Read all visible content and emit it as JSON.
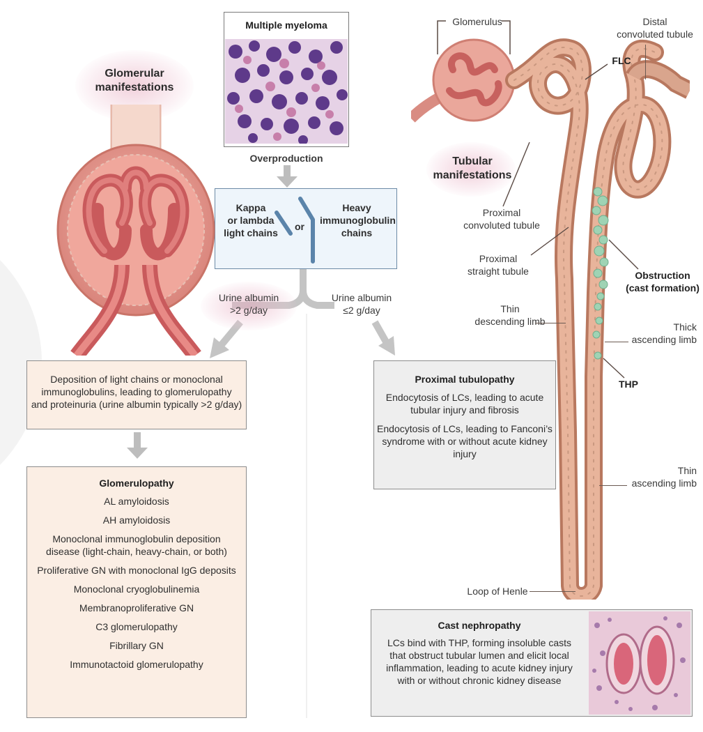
{
  "top": {
    "title": "Multiple myeloma",
    "overproduction": "Overproduction"
  },
  "chains": {
    "left": [
      "Kappa",
      "or lambda",
      "light chains"
    ],
    "or": "or",
    "right": [
      "Heavy",
      "immunoglobulin",
      "chains"
    ]
  },
  "albumin": {
    "high": [
      "Urine albumin",
      ">2 g/day"
    ],
    "low": [
      "Urine albumin",
      "≤2 g/day"
    ]
  },
  "glomerular": {
    "heading": [
      "Glomerular",
      "manifestations"
    ],
    "deposition": [
      "Deposition of light chains or monoclonal",
      "immunoglobulins, leading to glomerulopathy",
      "and proteinuria (urine albumin typically >2 g/day)"
    ],
    "glomerulopathy_title": "Glomerulopathy",
    "glomerulopathy_items": [
      "AL amyloidosis",
      "AH amyloidosis",
      "Monoclonal immunoglobulin deposition\ndisease (light-chain, heavy-chain, or both)",
      "Proliferative GN with monoclonal IgG deposits",
      "Monoclonal cryoglobulinemia",
      "Membranoproliferative GN",
      "C3 glomerulopathy",
      "Fibrillary GN",
      "Immunotactoid glomerulopathy"
    ]
  },
  "tubular": {
    "heading": [
      "Tubular",
      "manifestations"
    ],
    "proximal_title": "Proximal tubulopathy",
    "proximal_items": [
      "Endocytosis of LCs, leading to acute\ntubular injury and fibrosis",
      "Endocytosis of LCs, leading to Fanconi’s\nsyndrome with or without acute kidney\ninjury"
    ],
    "cast_title": "Cast nephropathy",
    "cast_text": [
      "LCs bind with THP, forming insoluble casts",
      "that obstruct tubular lumen and elicit local",
      "inflammation, leading to acute kidney injury",
      "with or without chronic kidney disease"
    ]
  },
  "nephron_labels": {
    "glomerulus": "Glomerulus",
    "distal": [
      "Distal",
      "convoluted tubule"
    ],
    "flc": "FLC",
    "proximal_convoluted": [
      "Proximal",
      "convoluted tubule"
    ],
    "proximal_straight": [
      "Proximal",
      "straight tubule"
    ],
    "obstruction": [
      "Obstruction",
      "(cast formation)"
    ],
    "thin_descending": [
      "Thin",
      "descending limb"
    ],
    "thick_ascending": [
      "Thick",
      "ascending limb"
    ],
    "thp": "THP",
    "thin_ascending": [
      "Thin",
      "ascending limb"
    ],
    "loop_of_henle": "Loop of Henle"
  },
  "colors": {
    "tissue": "#d8706f",
    "tubule": "#d9a58d",
    "peach_box": "#fbeee4",
    "grey_box": "#eeeeee",
    "arrow": "#bdbdbd"
  }
}
